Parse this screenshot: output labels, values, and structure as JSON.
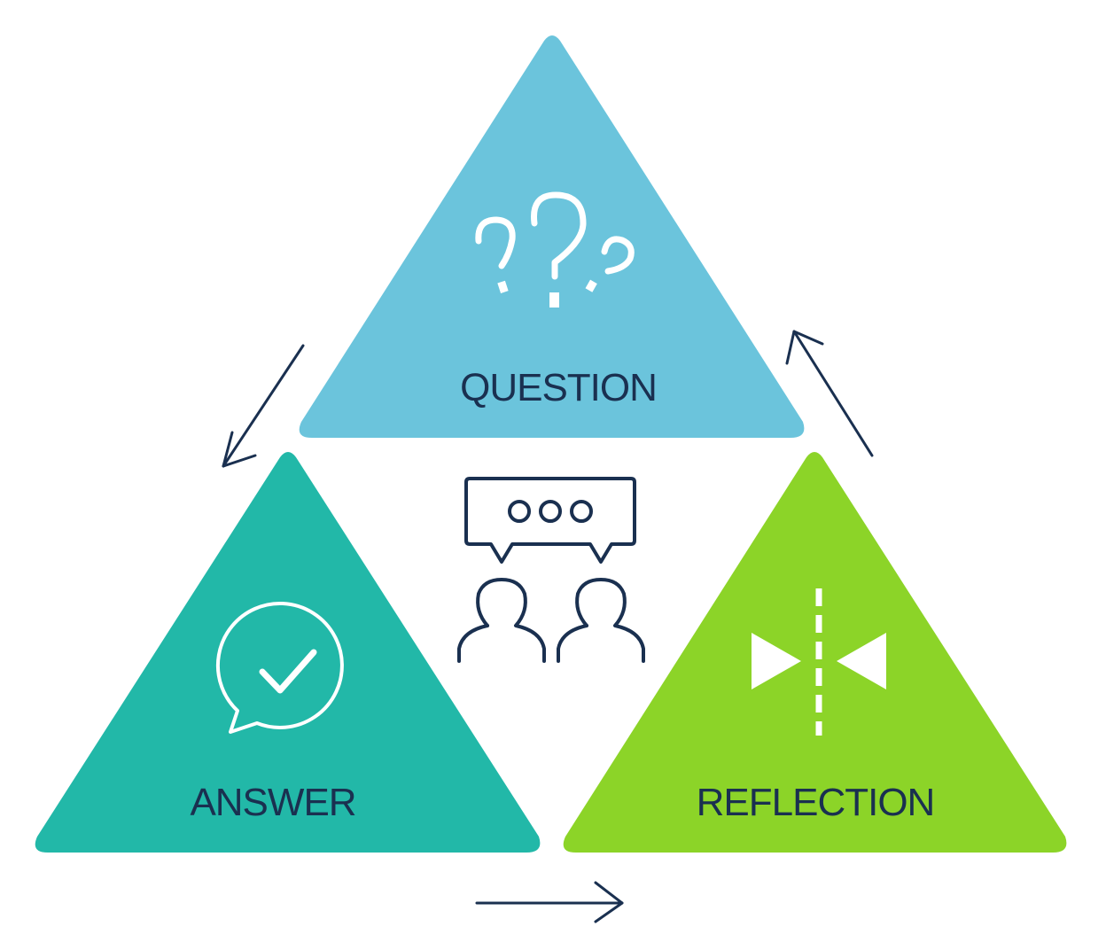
{
  "diagram": {
    "nodes": [
      {
        "id": "question",
        "label": "QUESTION",
        "color": "#6bc4dc"
      },
      {
        "id": "answer",
        "label": "ANSWER",
        "color": "#22b8a8"
      },
      {
        "id": "reflection",
        "label": "REFLECTION",
        "color": "#8cd428"
      }
    ],
    "edges": [
      {
        "from": "question",
        "to": "answer"
      },
      {
        "from": "answer",
        "to": "reflection"
      },
      {
        "from": "reflection",
        "to": "question"
      }
    ],
    "center_icon": "two-people-chat-icon",
    "icons": {
      "question": "question-marks-icon",
      "answer": "check-speech-bubble-icon",
      "reflection": "mirror-reflection-icon"
    },
    "colors": {
      "ink": "#1a3050",
      "icon_white": "#ffffff"
    }
  }
}
